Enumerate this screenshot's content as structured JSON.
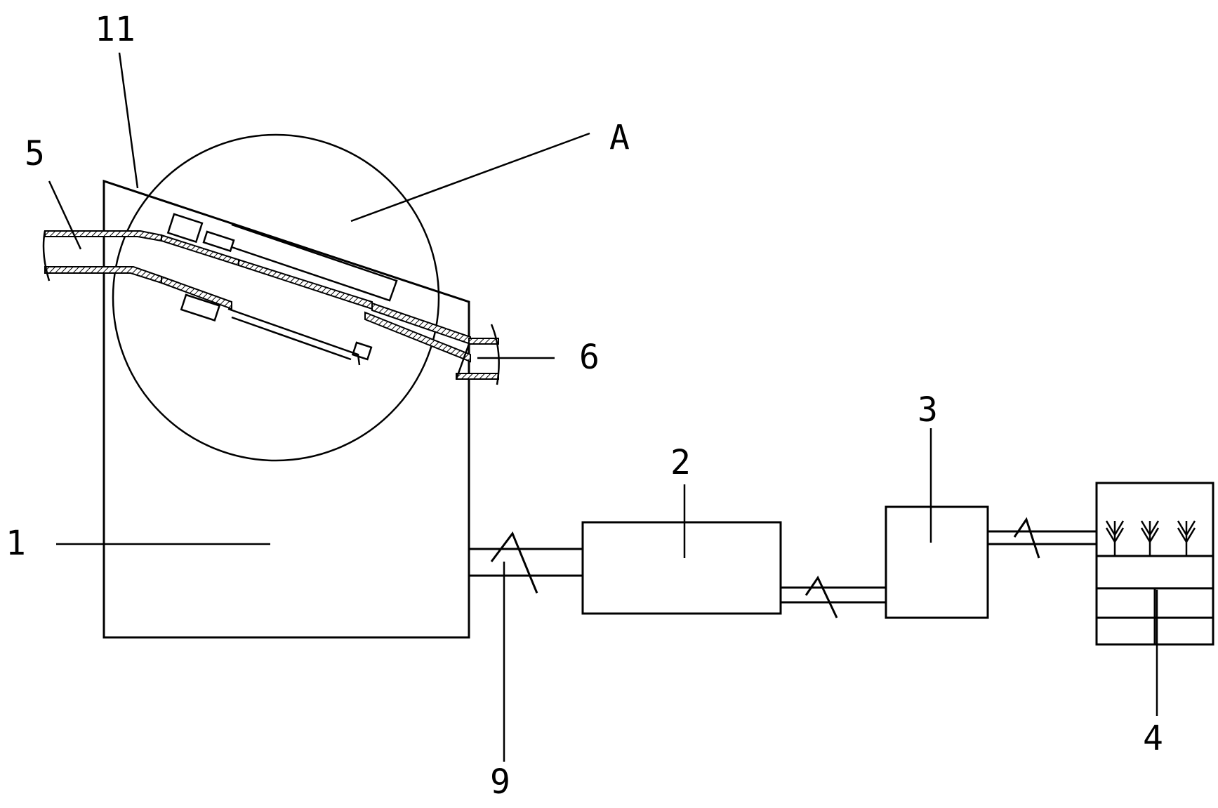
{
  "labels": {
    "l1": "1",
    "l2": "2",
    "l3": "3",
    "l4": "4",
    "l5": "5",
    "l6": "6",
    "l9": "9",
    "l11": "11",
    "lA": "A"
  }
}
